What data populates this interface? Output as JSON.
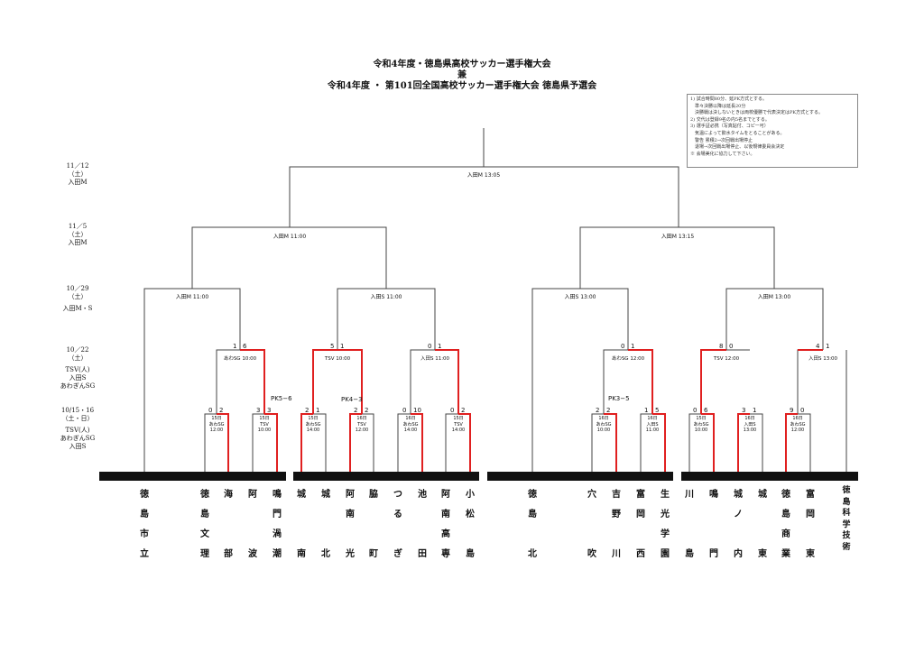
{
  "header": {
    "line1": "令和4年度・徳島県高校サッカー選手権大会",
    "line2": "兼",
    "line3": "令和4年度 ・ 第101回全国高校サッカー選手権大会 徳島県予選会"
  },
  "notes": [
    "1) 試合時間80分、延PK方式とする。",
    "　準々決勝以降は延長20分",
    "　決勝戦は決しないときは両校優勝で代表決定はPK方式とする。",
    "2) 交代は登録9名の内5名までとする。",
    "3) 選手証必携（写真貼付、コピー可）",
    "　気温によって飲水タイムをとることがある。",
    "　警告 累積2→次回戦出場停止",
    "　退場→次回戦出場停止、以後規律委員会決定",
    "※ 会場美化に協力して下さい。"
  ],
  "row_labels": [
    {
      "id": "final",
      "lines": [
        "11／12",
        "（土）",
        "入田M"
      ]
    },
    {
      "id": "semi",
      "lines": [
        "11／5",
        "（土）",
        "入田M"
      ]
    },
    {
      "id": "qf",
      "lines": [
        "10／29",
        "（土）",
        "",
        "入田M・S"
      ]
    },
    {
      "id": "r3",
      "lines": [
        "10／22",
        "（土）",
        "",
        "TSV(人)",
        "入田S",
        "あわぎんSG"
      ]
    },
    {
      "id": "r1",
      "lines": [
        "10/15・16",
        "（土・日）",
        "",
        "TSV(人)",
        "あわぎんSG",
        "入田S"
      ]
    }
  ],
  "matches": {
    "final": "入田M 13:05",
    "semi_left": "入田M 11:00",
    "semi_right": "入田M 13:15",
    "qf1": "入田M 11:00",
    "qf2": "入田S 11:00",
    "qf3": "入田S 13:00",
    "qf4": "入田M 13:00",
    "r3_a": {
      "venue": "あわSG 10:00",
      "s1": "1",
      "s2": "6"
    },
    "r3_b": {
      "venue": "TSV 10:00",
      "s1": "5",
      "s2": "1"
    },
    "r3_c": {
      "venue": "入田S 11:00",
      "s1": "0",
      "s2": "1"
    },
    "r3_d": {
      "venue": "あわSG 12:00",
      "s1": "0",
      "s2": "1"
    },
    "r3_e": {
      "venue": "TSV 12:00",
      "s1": "8",
      "s2": "0"
    },
    "r3_f": {
      "venue": "入田S 13:00",
      "s1": "4",
      "s2": "1"
    },
    "r1_1": {
      "lines": [
        "15日",
        "あわSG",
        "12:00"
      ],
      "s1": "0",
      "s2": "2"
    },
    "r1_2": {
      "lines": [
        "15日",
        "TSV",
        "10:00"
      ],
      "s1": "3",
      "s2": "3"
    },
    "r1_3": {
      "lines": [
        "15日",
        "あわSG",
        "14:00"
      ],
      "s1": "2",
      "s2": "1"
    },
    "r1_4": {
      "lines": [
        "16日",
        "TSV",
        "12:00"
      ],
      "s1": "2",
      "s2": "2"
    },
    "r1_5": {
      "lines": [
        "16日",
        "あわSG",
        "14:00"
      ],
      "s1": "0",
      "s2": "10"
    },
    "r1_6": {
      "lines": [
        "15日",
        "TSV",
        "14:00"
      ],
      "s1": "0",
      "s2": "2"
    },
    "r1_7": {
      "lines": [
        "16日",
        "あわSG",
        "10:00"
      ],
      "s1": "2",
      "s2": "2"
    },
    "r1_8": {
      "lines": [
        "16日",
        "入田S",
        "11:00"
      ],
      "s1": "1",
      "s2": "5"
    },
    "r1_9": {
      "lines": [
        "15日",
        "あわSG",
        "10:00"
      ],
      "s1": "0",
      "s2": "6"
    },
    "r1_10": {
      "lines": [
        "16日",
        "入田S",
        "13:00"
      ],
      "s1": "3",
      "s2": "1"
    },
    "r1_11": {
      "lines": [
        "16日",
        "あわSG",
        "12:00"
      ],
      "s1": "9",
      "s2": "0"
    },
    "pk1": "PK5−6",
    "pk2": "PK4−3",
    "pk3": "PK3−5"
  },
  "teams": [
    {
      "name": "徳島市立",
      "chars": [
        "徳",
        "島",
        "市",
        "立"
      ]
    },
    {
      "name": "徳島文理",
      "chars": [
        "徳",
        "島",
        "文",
        "理"
      ]
    },
    {
      "name": "海部",
      "chars": [
        "海",
        "",
        "",
        "部"
      ]
    },
    {
      "name": "阿波",
      "chars": [
        "阿",
        "",
        "",
        "波"
      ]
    },
    {
      "name": "鳴門渦潮",
      "chars": [
        "鳴",
        "門",
        "渦",
        "潮"
      ]
    },
    {
      "name": "城南",
      "chars": [
        "城",
        "",
        "",
        "南"
      ]
    },
    {
      "name": "城北",
      "chars": [
        "城",
        "",
        "",
        "北"
      ]
    },
    {
      "name": "阿南光",
      "chars": [
        "阿",
        "南",
        "",
        "光"
      ]
    },
    {
      "name": "脇町",
      "chars": [
        "脇",
        "",
        "",
        "町"
      ]
    },
    {
      "name": "つるぎ",
      "chars": [
        "つ",
        "る",
        "",
        "ぎ"
      ]
    },
    {
      "name": "池田",
      "chars": [
        "池",
        "",
        "",
        "田"
      ]
    },
    {
      "name": "阿南高専",
      "chars": [
        "阿",
        "南",
        "高",
        "専"
      ]
    },
    {
      "name": "小松島",
      "chars": [
        "小",
        "松",
        "",
        "島"
      ]
    },
    {
      "name": "徳島北",
      "chars": [
        "徳",
        "島",
        "",
        "北"
      ]
    },
    {
      "name": "穴吹",
      "chars": [
        "穴",
        "",
        "",
        "吹"
      ]
    },
    {
      "name": "吉野川",
      "chars": [
        "吉",
        "野",
        "",
        "川"
      ]
    },
    {
      "name": "富岡西",
      "chars": [
        "富",
        "岡",
        "",
        "西"
      ]
    },
    {
      "name": "生光学園",
      "chars": [
        "生",
        "光",
        "学",
        "園"
      ]
    },
    {
      "name": "川島",
      "chars": [
        "川",
        "",
        "",
        "島"
      ]
    },
    {
      "name": "鳴門",
      "chars": [
        "鳴",
        "",
        "",
        "門"
      ]
    },
    {
      "name": "城ノ内",
      "chars": [
        "城",
        "ノ",
        "",
        "内"
      ]
    },
    {
      "name": "城東",
      "chars": [
        "城",
        "",
        "",
        "東"
      ]
    },
    {
      "name": "徳島商業",
      "chars": [
        "徳",
        "島",
        "商",
        "業"
      ]
    },
    {
      "name": "富岡東",
      "chars": [
        "富",
        "岡",
        "",
        "東"
      ]
    },
    {
      "name": "徳島科学技術",
      "chars": [
        "徳",
        "島",
        "科",
        "学",
        "技",
        "術"
      ]
    }
  ],
  "colors": {
    "line": "#444444",
    "winner": "#e02020",
    "bar": "#111111"
  }
}
